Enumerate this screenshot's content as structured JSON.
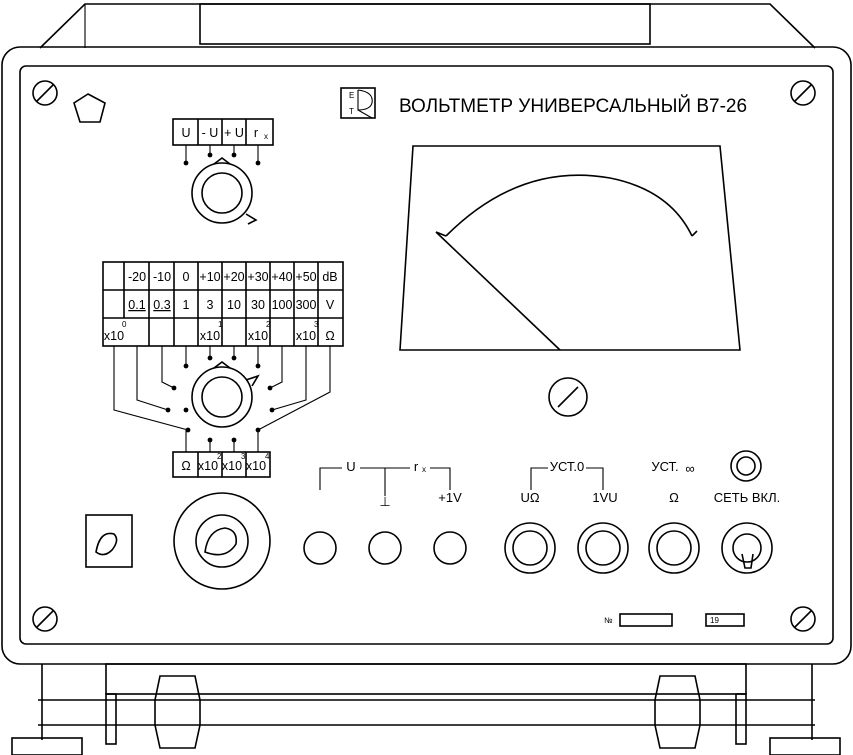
{
  "title": "ВОЛЬТМЕТР УНИВЕРСАЛЬНЫЙ В7-26",
  "logo_letters": [
    "E",
    "T"
  ],
  "mode_switch": {
    "labels": [
      "U",
      "- U",
      "+ U",
      "r"
    ],
    "sub_r": "x"
  },
  "range_table": {
    "db_row": [
      "-20",
      "-10",
      "0",
      "+10",
      "+20",
      "+30",
      "+40",
      "+50",
      "dB"
    ],
    "v_row": [
      "0.1",
      "0.3",
      "1",
      "3",
      "10",
      "30",
      "100",
      "300",
      "V"
    ],
    "ohm_row": [
      "x10",
      "x10",
      "x10",
      "x10",
      "Ω"
    ],
    "ohm_exp": [
      "0",
      "1",
      "2",
      "3"
    ]
  },
  "ohm_range_table": {
    "cells": [
      "Ω",
      "x10",
      "x10",
      "x10"
    ],
    "exp": [
      "2",
      "3",
      "4"
    ]
  },
  "terminals": {
    "group1_left": "U",
    "group1_right": "r",
    "group1_right_sub": "x",
    "ground": "⊥",
    "plus1v": "+1V",
    "ust0": "УСТ.0",
    "uohm": "UΩ",
    "onevu": "1VU",
    "ust_inf": "УСТ.",
    "inf_symbol": "∞",
    "ohm": "Ω",
    "power": "СЕТЬ ВКЛ."
  },
  "plates": {
    "number_sign": "№",
    "year": "19"
  }
}
